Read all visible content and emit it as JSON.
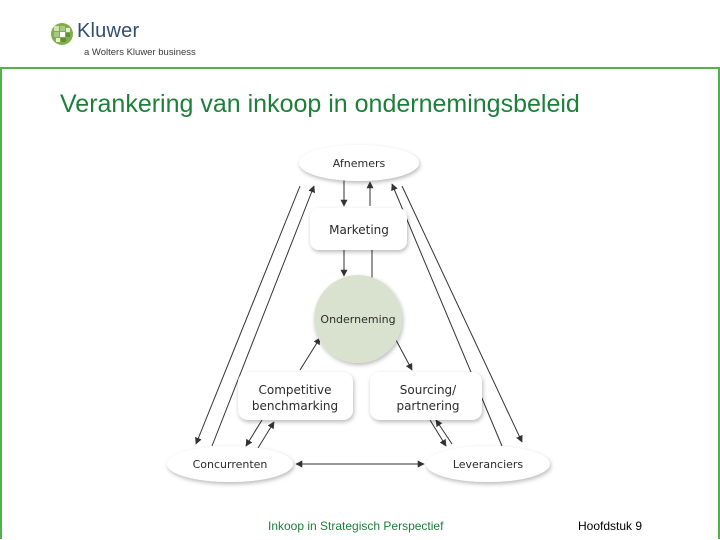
{
  "logo": {
    "brand": "Kluwer",
    "tagline": "a Wolters Kluwer business",
    "icon": "globe-logo-icon"
  },
  "slide": {
    "title": "Verankering van inkoop in ondernemingsbeleid"
  },
  "diagram": {
    "nodes": {
      "afnemers": "Afnemers",
      "marketing": "Marketing",
      "onderneming": "Onderneming",
      "competitive_line1": "Competitive",
      "competitive_line2": "benchmarking",
      "sourcing_line1": "Sourcing/",
      "sourcing_line2": "partnering",
      "concurrenten": "Concurrenten",
      "leveranciers": "Leveranciers"
    },
    "colors": {
      "core": "#d9e2cf",
      "node": "#ffffff",
      "arrow": "#333333"
    }
  },
  "footer": {
    "center": "Inkoop in Strategisch Perspectief",
    "right": "Hoofdstuk 9"
  },
  "colors": {
    "accent_green": "#4fb548",
    "title_green": "#1d7f3a"
  }
}
